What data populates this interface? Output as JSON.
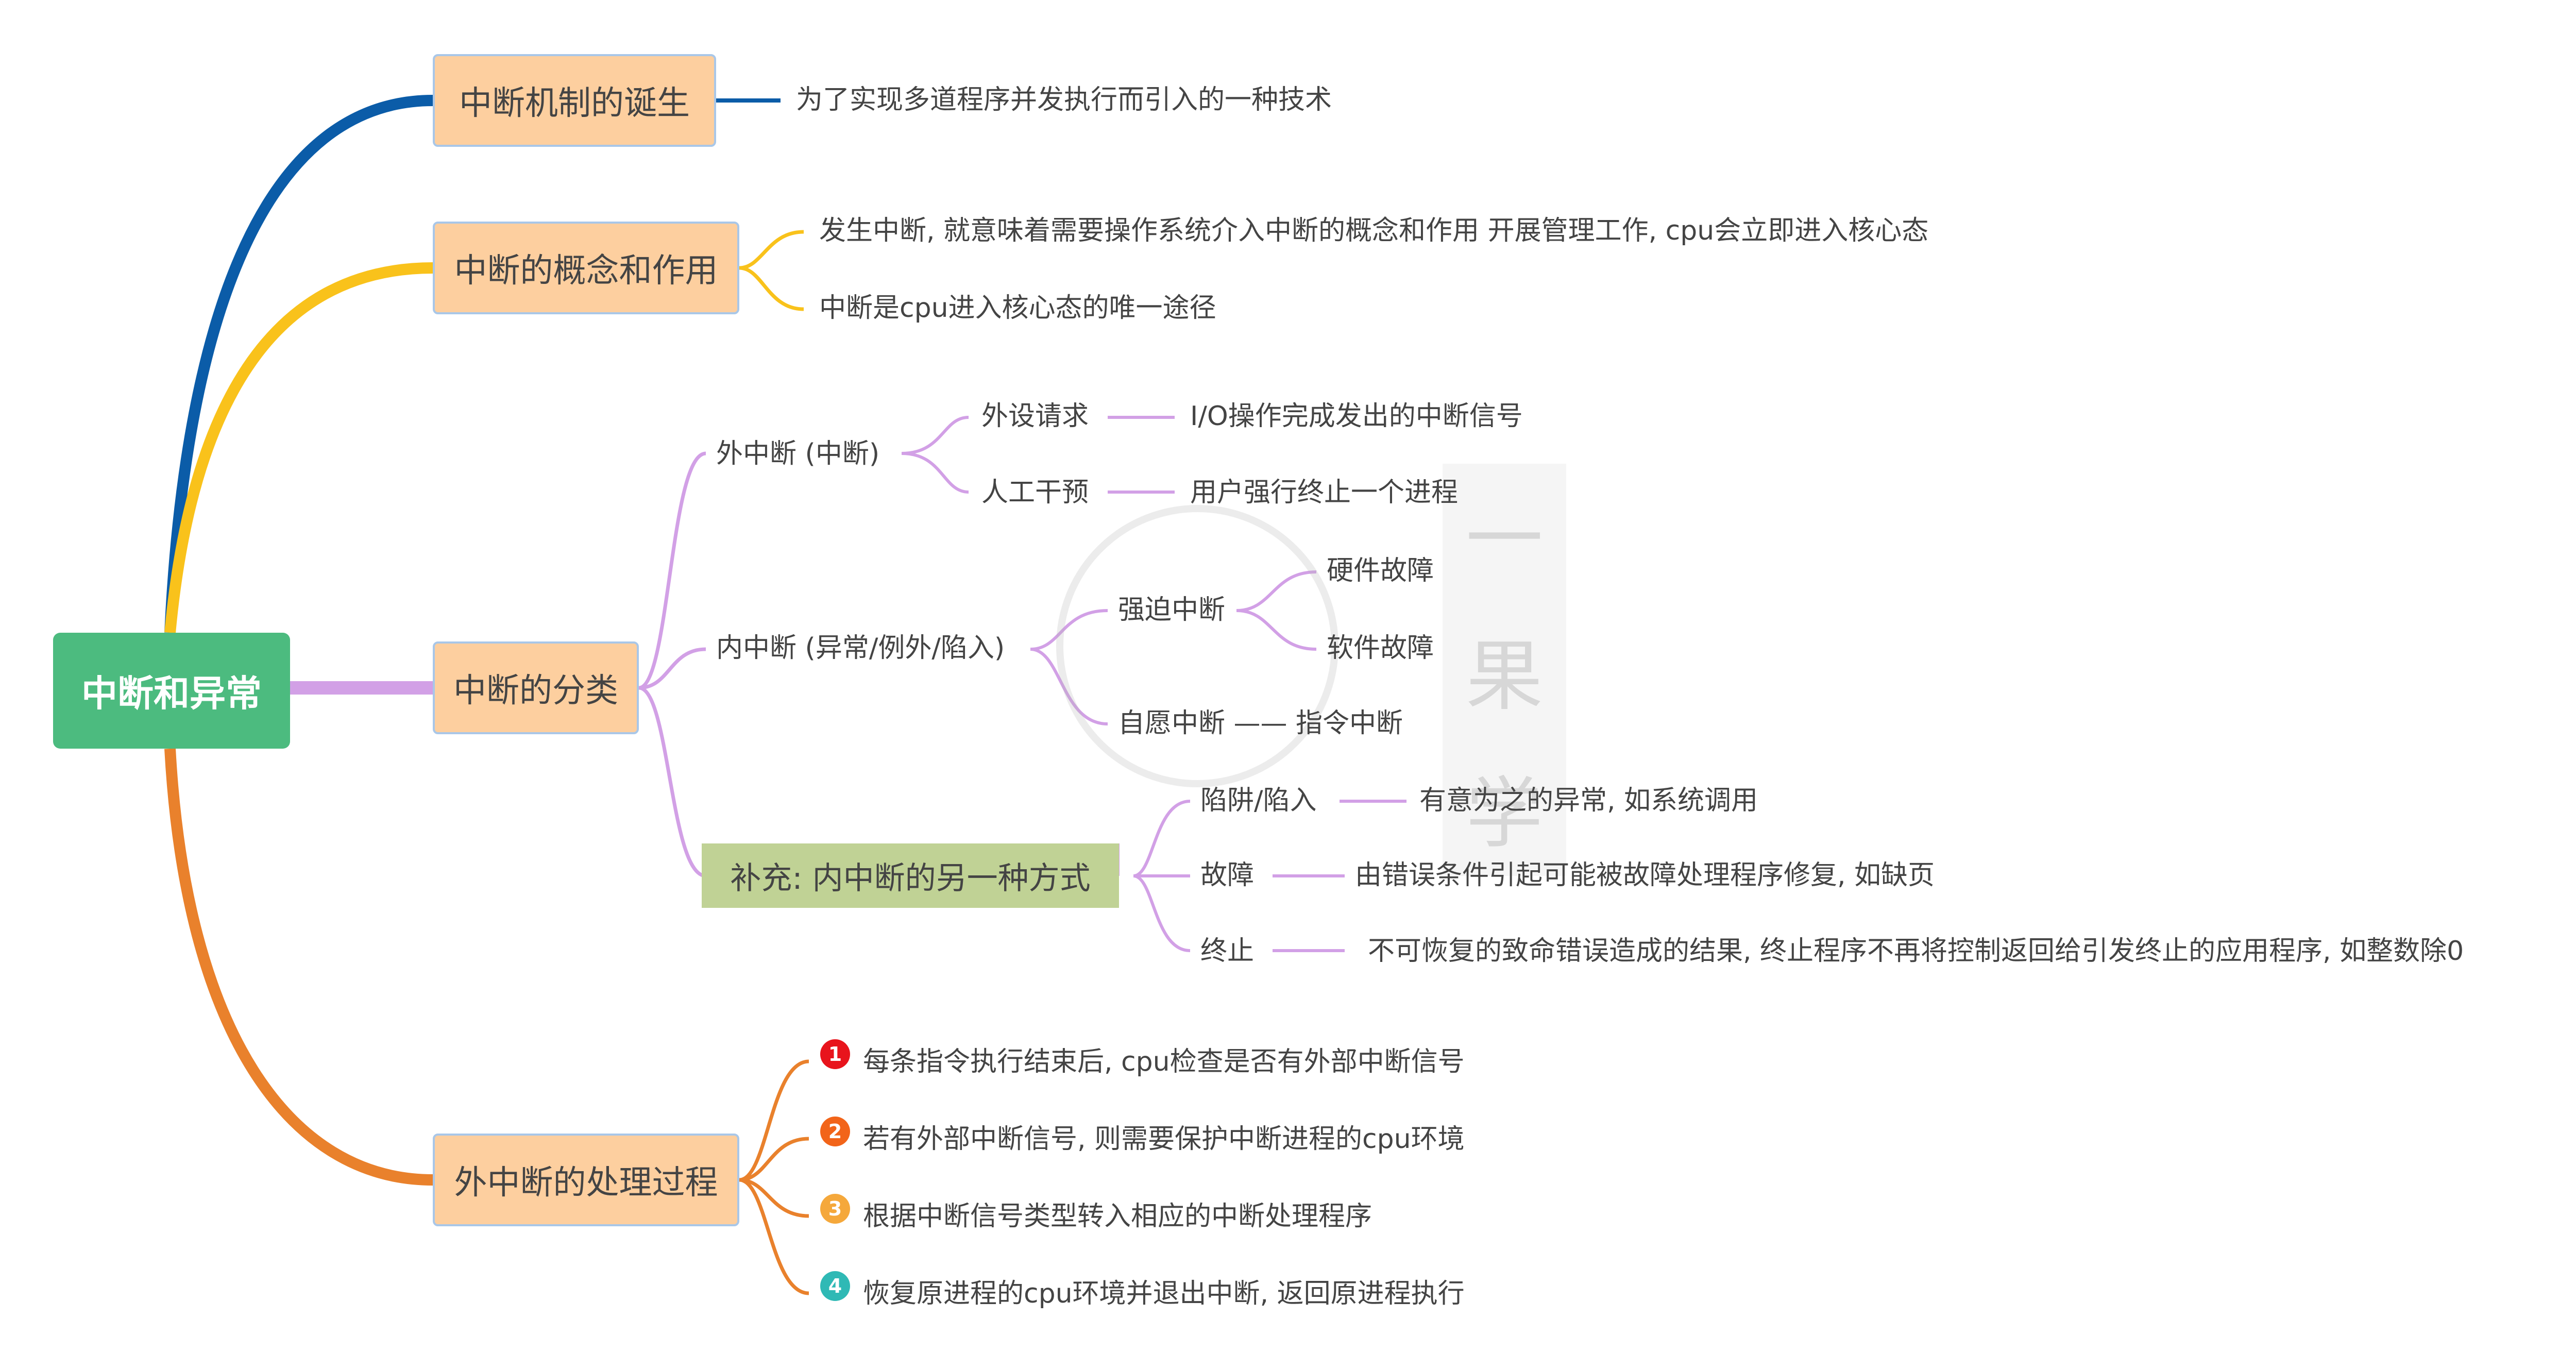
{
  "root": "中断和异常",
  "topics": {
    "origin": "中断机制的诞生",
    "concept": "中断的概念和作用",
    "classification": "中断的分类",
    "process": "外中断的处理过程"
  },
  "origin": {
    "detail": "为了实现多道程序并发执行而引入的一种技术"
  },
  "concept": {
    "items": [
      "发生中断, 就意味着需要操作系统介入中断的概念和作用 开展管理工作, cpu会立即进入核心态",
      "中断是cpu进入核心态的唯一途径"
    ]
  },
  "classification": {
    "external": {
      "label": "外中断 (中断)",
      "children": [
        {
          "label": "外设请求",
          "detail": "I/O操作完成发出的中断信号"
        },
        {
          "label": "人工干预",
          "detail": "用户强行终止一个进程"
        }
      ]
    },
    "internal": {
      "label": "内中断 (异常/例外/陷入)",
      "forced": {
        "label": "强迫中断",
        "children": [
          "硬件故障",
          "软件故障"
        ]
      },
      "voluntary": "自愿中断 —— 指令中断"
    },
    "supplement": {
      "label": "补充: 内中断的另一种方式",
      "items": [
        {
          "label": "陷阱/陷入",
          "detail": "有意为之的异常, 如系统调用"
        },
        {
          "label": "故障",
          "detail": "由错误条件引起可能被故障处理程序修复, 如缺页"
        },
        {
          "label": "终止",
          "detail": "不可恢复的致命错误造成的结果, 终止程序不再将控制返回给引发终止的应用程序, 如整数除0"
        }
      ]
    }
  },
  "process": {
    "steps": [
      {
        "num": "1",
        "text": "每条指令执行结束后, cpu检查是否有外部中断信号"
      },
      {
        "num": "2",
        "text": "若有外部中断信号, 则需要保护中断进程的cpu环境"
      },
      {
        "num": "3",
        "text": "根据中断信号类型转入相应的中断处理程序"
      },
      {
        "num": "4",
        "text": "恢复原进程的cpu环境并退出中断, 返回原进程执行"
      }
    ]
  },
  "watermark": {
    "c1": "一",
    "c2": "果",
    "c3": "学"
  },
  "colors": {
    "root": "#4cbb7f",
    "topic_fill": "#fdcf9f",
    "branch_blue": "#0b5ca8",
    "branch_yellow": "#f9c21b",
    "branch_purple": "#d2a0e6",
    "branch_orange": "#e9812c",
    "supplement_fill": "#c0d295"
  }
}
